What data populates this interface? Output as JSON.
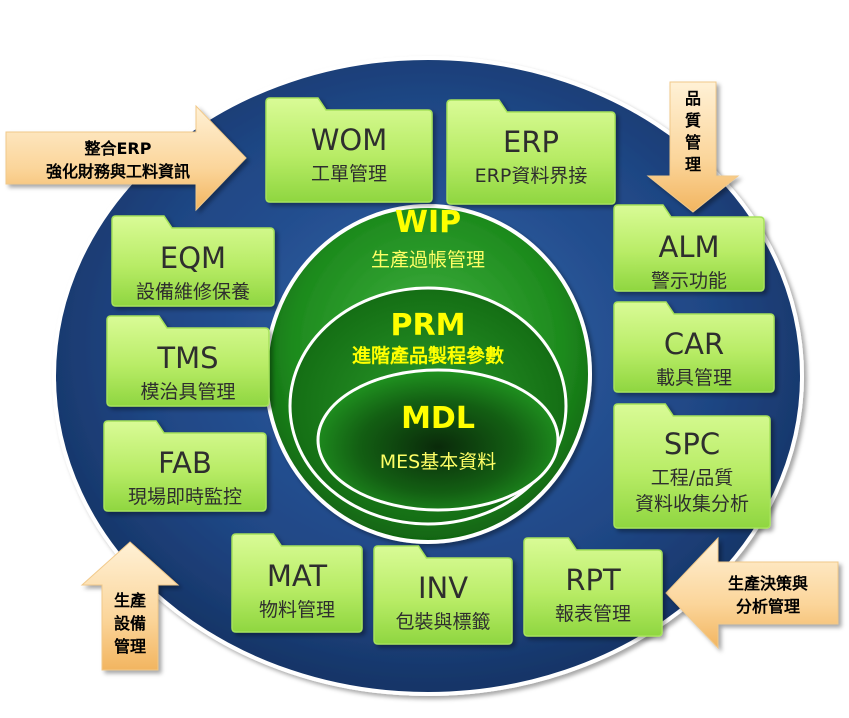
{
  "colors": {
    "ring_dark": "#1c3a6e",
    "ring_mid": "#2a5592",
    "folder_light": "#c6f27a",
    "folder_dark": "#86d33a",
    "core_green": "#1f8f1f",
    "core_dark": "#0b3d0b",
    "arrow_light": "#fde7c0",
    "arrow_dark": "#f4bf73",
    "text_module": "#2f2f2f",
    "text_core": "#ffff00"
  },
  "modules": [
    {
      "id": "wom",
      "code": "WOM",
      "sub1": "工單管理",
      "sub2": ""
    },
    {
      "id": "erp",
      "code": "ERP",
      "sub1": "ERP資料界接",
      "sub2": ""
    },
    {
      "id": "eqm",
      "code": "EQM",
      "sub1": "設備維修保養",
      "sub2": ""
    },
    {
      "id": "alm",
      "code": "ALM",
      "sub1": "警示功能",
      "sub2": ""
    },
    {
      "id": "tms",
      "code": "TMS",
      "sub1": "模治具管理",
      "sub2": ""
    },
    {
      "id": "car",
      "code": "CAR",
      "sub1": "載具管理",
      "sub2": ""
    },
    {
      "id": "fab",
      "code": "FAB",
      "sub1": "現場即時監控",
      "sub2": ""
    },
    {
      "id": "spc",
      "code": "SPC",
      "sub1": "工程/品質",
      "sub2": "資料收集分析"
    },
    {
      "id": "mat",
      "code": "MAT",
      "sub1": "物料管理",
      "sub2": ""
    },
    {
      "id": "inv",
      "code": "INV",
      "sub1": "包裝與標籤",
      "sub2": ""
    },
    {
      "id": "rpt",
      "code": "RPT",
      "sub1": "報表管理",
      "sub2": ""
    }
  ],
  "core": {
    "wip": {
      "code": "WIP",
      "sub": "生產過帳管理"
    },
    "prm": {
      "code": "PRM",
      "sub": "進階產品製程參數"
    },
    "mdl": {
      "code": "MDL",
      "sub": "MES基本資料"
    }
  },
  "arrows": {
    "top_left": {
      "line1": "整合ERP",
      "line2": "強化財務與工料資訊"
    },
    "top_right": {
      "chars": [
        "品",
        "質",
        "管",
        "理"
      ]
    },
    "bottom_left": {
      "line1": "生產",
      "line2": "設備",
      "line3": "管理"
    },
    "bottom_right": {
      "line1": "生產決策與",
      "line2": "分析管理"
    }
  }
}
